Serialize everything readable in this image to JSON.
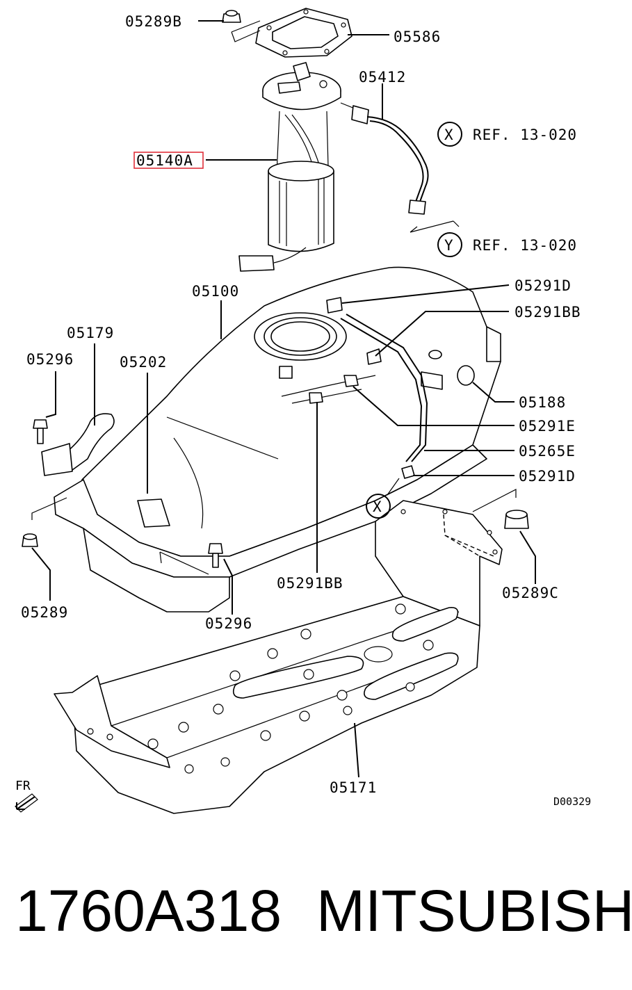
{
  "diagram": {
    "code": "D00329",
    "direction_label": "FR",
    "callouts": {
      "c05289B": "05289B",
      "c05586": "05586",
      "c05412": "05412",
      "c05140A": "05140A",
      "c05100": "05100",
      "c05179": "05179",
      "c05296a": "05296",
      "c05202": "05202",
      "c05291D_top": "05291D",
      "c05291BB_right": "05291BB",
      "c05188": "05188",
      "c05291E": "05291E",
      "c05265E": "05265E",
      "c05291D_low": "05291D",
      "c05289": "05289",
      "c05291BB_bottom": "05291BB",
      "c05296b": "05296",
      "c05289C": "05289C",
      "c05171": "05171"
    },
    "refs": {
      "x_marker": "X",
      "x_text": "REF. 13-020",
      "y_marker": "Y",
      "y_text": "REF. 13-020",
      "x_tank_marker": "X"
    },
    "highlight_color": "#e0303a"
  },
  "footer": {
    "part_number": "1760A318",
    "brand": "MITSUBISHI"
  }
}
